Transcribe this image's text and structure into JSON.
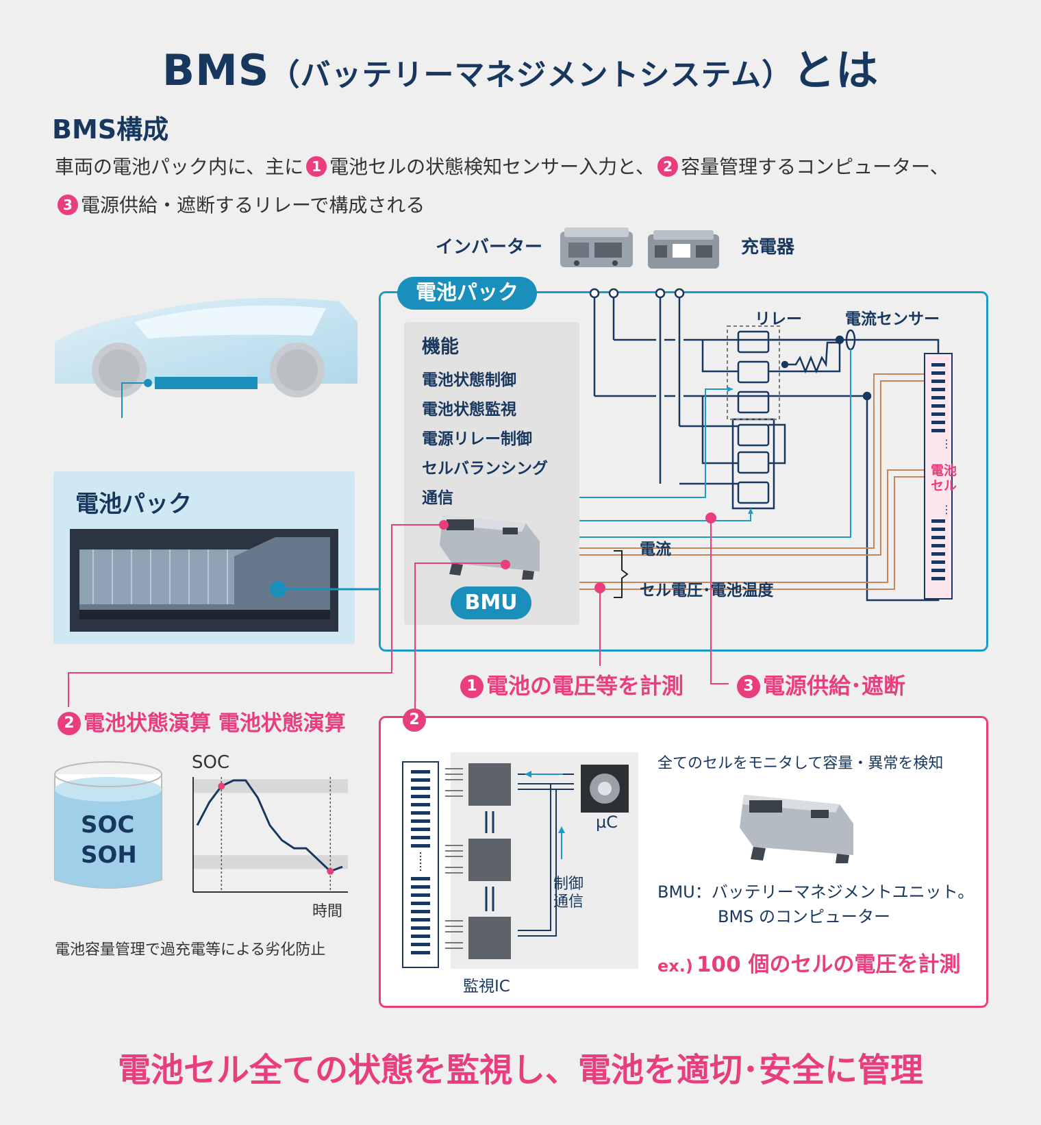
{
  "header": {
    "title_main": "BMS",
    "title_paren": "（バッテリーマネジメントシステム）",
    "title_tail": "とは",
    "section": "BMS構成"
  },
  "intro": {
    "line1_a": "車両の電池パック内に、主に",
    "line1_b": "電池セルの状態検知センサー入力と、",
    "line1_c": "容量管理するコンピューター、",
    "line2": "電源供給・遮断するリレーで構成される"
  },
  "markers": {
    "one": "1",
    "two": "2",
    "three": "3"
  },
  "components": {
    "inverter": "インバーター",
    "charger": "充電器"
  },
  "left_pack": {
    "title": "電池パック"
  },
  "pack": {
    "tag": "電池パック",
    "function_title": "機能",
    "functions": [
      "電池状態制御",
      "電池状態監視",
      "電源リレー制御",
      "セルバランシング",
      "通信"
    ],
    "bmu": "BMU",
    "relay": "リレー",
    "current_sensor": "電流センサー",
    "current": "電流",
    "cell_voltage_temp": "セル電圧･電池温度",
    "cell_1": "電池",
    "cell_2": "セル",
    "dots": "⋮"
  },
  "callouts": {
    "measure": "電池の電圧等を計測",
    "power": "電源供給･遮断",
    "calc": "電池状態演算 電池状態演算"
  },
  "soc": {
    "cyl_1": "SOC",
    "cyl_2": "SOH",
    "chart_label": "SOC",
    "time_label": "時間",
    "caption": "電池容量管理で過充電等による劣化防止"
  },
  "chart_data": {
    "type": "line",
    "ylabel": "SOC",
    "xlabel": "時間",
    "x": [
      0,
      1,
      2,
      3,
      4,
      5,
      6,
      7,
      8,
      9,
      10,
      11,
      12
    ],
    "values": [
      0.58,
      0.78,
      0.92,
      0.97,
      0.97,
      0.82,
      0.58,
      0.45,
      0.38,
      0.38,
      0.28,
      0.18,
      0.22
    ],
    "bands": [
      [
        0.86,
        0.98
      ],
      [
        0.2,
        0.32
      ]
    ],
    "markers": [
      2,
      11
    ]
  },
  "detail": {
    "monitor_ic": "監視IC",
    "uc": "µC",
    "ctrl_1": "制御",
    "ctrl_2": "通信",
    "desc": "全てのセルをモニタして容量・異常を検知",
    "bmu_def_1": "BMU：バッテリーマネジメントユニット。",
    "bmu_def_2": "BMS のコンピューター",
    "ex_prefix": "ex.)",
    "ex_body": "100 個のセルの電圧を計測"
  },
  "footer": "電池セル全ての状態を監視し、電池を適切･安全に管理",
  "colors": {
    "navy": "#17375e",
    "teal": "#1a9bc5",
    "pink": "#e83e7d",
    "copper": "#c7865a"
  }
}
